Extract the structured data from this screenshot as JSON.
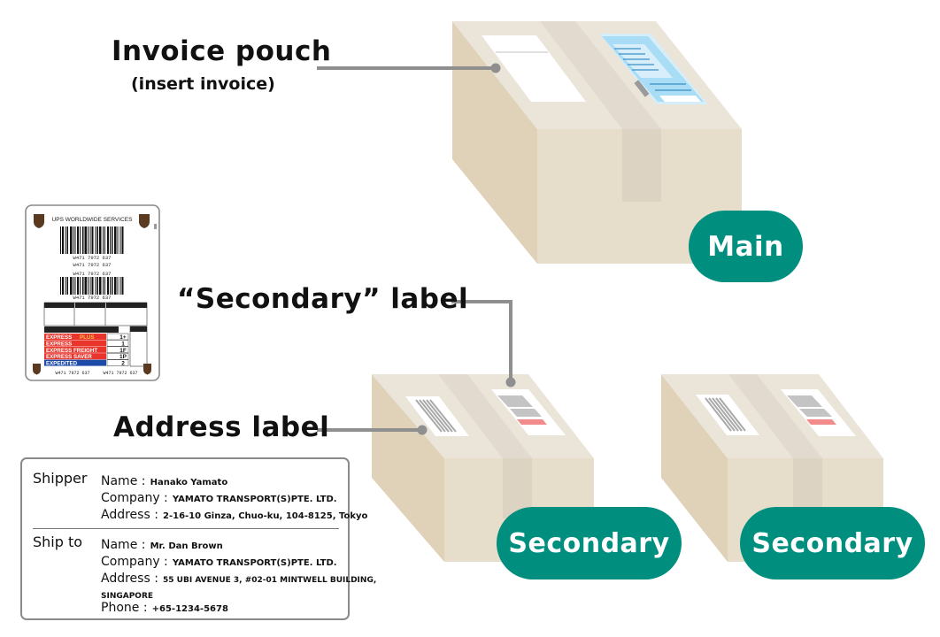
{
  "callouts": {
    "invoice_pouch": {
      "title": "Invoice pouch",
      "subtitle": "(insert invoice)"
    },
    "secondary_label": "“Secondary” label",
    "address_label": "Address label"
  },
  "badges": {
    "main": "Main",
    "secondary_1": "Secondary",
    "secondary_2": "Secondary"
  },
  "colors": {
    "badge": "#008e7f",
    "box_top": "#ebe4d9",
    "box_front": "#e6ddca",
    "box_side": "#dfd2b9",
    "tape": "#dcd3c3",
    "leader_line": "#8f8f8f",
    "waybill_blue": "#a9dcf5",
    "express_red": "#e8342a",
    "expedited_blue": "#1e4aa8"
  },
  "ups_label": {
    "header": "UPS WORLDWIDE SERVICES",
    "tracking_numbers": [
      "W471 7972 637",
      "W471 7972 637",
      "W471 7972 637",
      "W471 7972 637"
    ],
    "services": [
      {
        "name": "EXPRESS",
        "extra": "PLUS",
        "code": "1+"
      },
      {
        "name": "EXPRESS",
        "extra": "",
        "code": "1"
      },
      {
        "name": "EXPRESS FREIGHT",
        "extra": "",
        "code": "1F"
      },
      {
        "name": "EXPRESS SAVER",
        "extra": "",
        "code": "1P"
      },
      {
        "name": "EXPEDITED",
        "extra": "",
        "code": "2"
      }
    ],
    "footer_left": "W471 7972 637",
    "footer_right": "W471 7972 637"
  },
  "address_card": {
    "shipper": {
      "title": "Shipper",
      "fields": [
        {
          "key": "Name :",
          "value": "Hanako Yamato"
        },
        {
          "key": "Company :",
          "value": "YAMATO TRANSPORT(S)PTE.  LTD."
        },
        {
          "key": "Address :",
          "value": "2-16-10 Ginza, Chuo-ku, 104-8125, Tokyo"
        }
      ]
    },
    "ship_to": {
      "title": "Ship to",
      "fields": [
        {
          "key": "Name :",
          "value": "Mr. Dan Brown"
        },
        {
          "key": "Company :",
          "value": "YAMATO TRANSPORT(S)PTE.  LTD."
        },
        {
          "key": "Address :",
          "value": "55 UBI AVENUE 3, #02-01 MINTWELL BUILDING,"
        },
        {
          "key": "",
          "value": "SINGAPORE"
        },
        {
          "key": "Phone :",
          "value": "+65-1234-5678"
        }
      ]
    }
  }
}
